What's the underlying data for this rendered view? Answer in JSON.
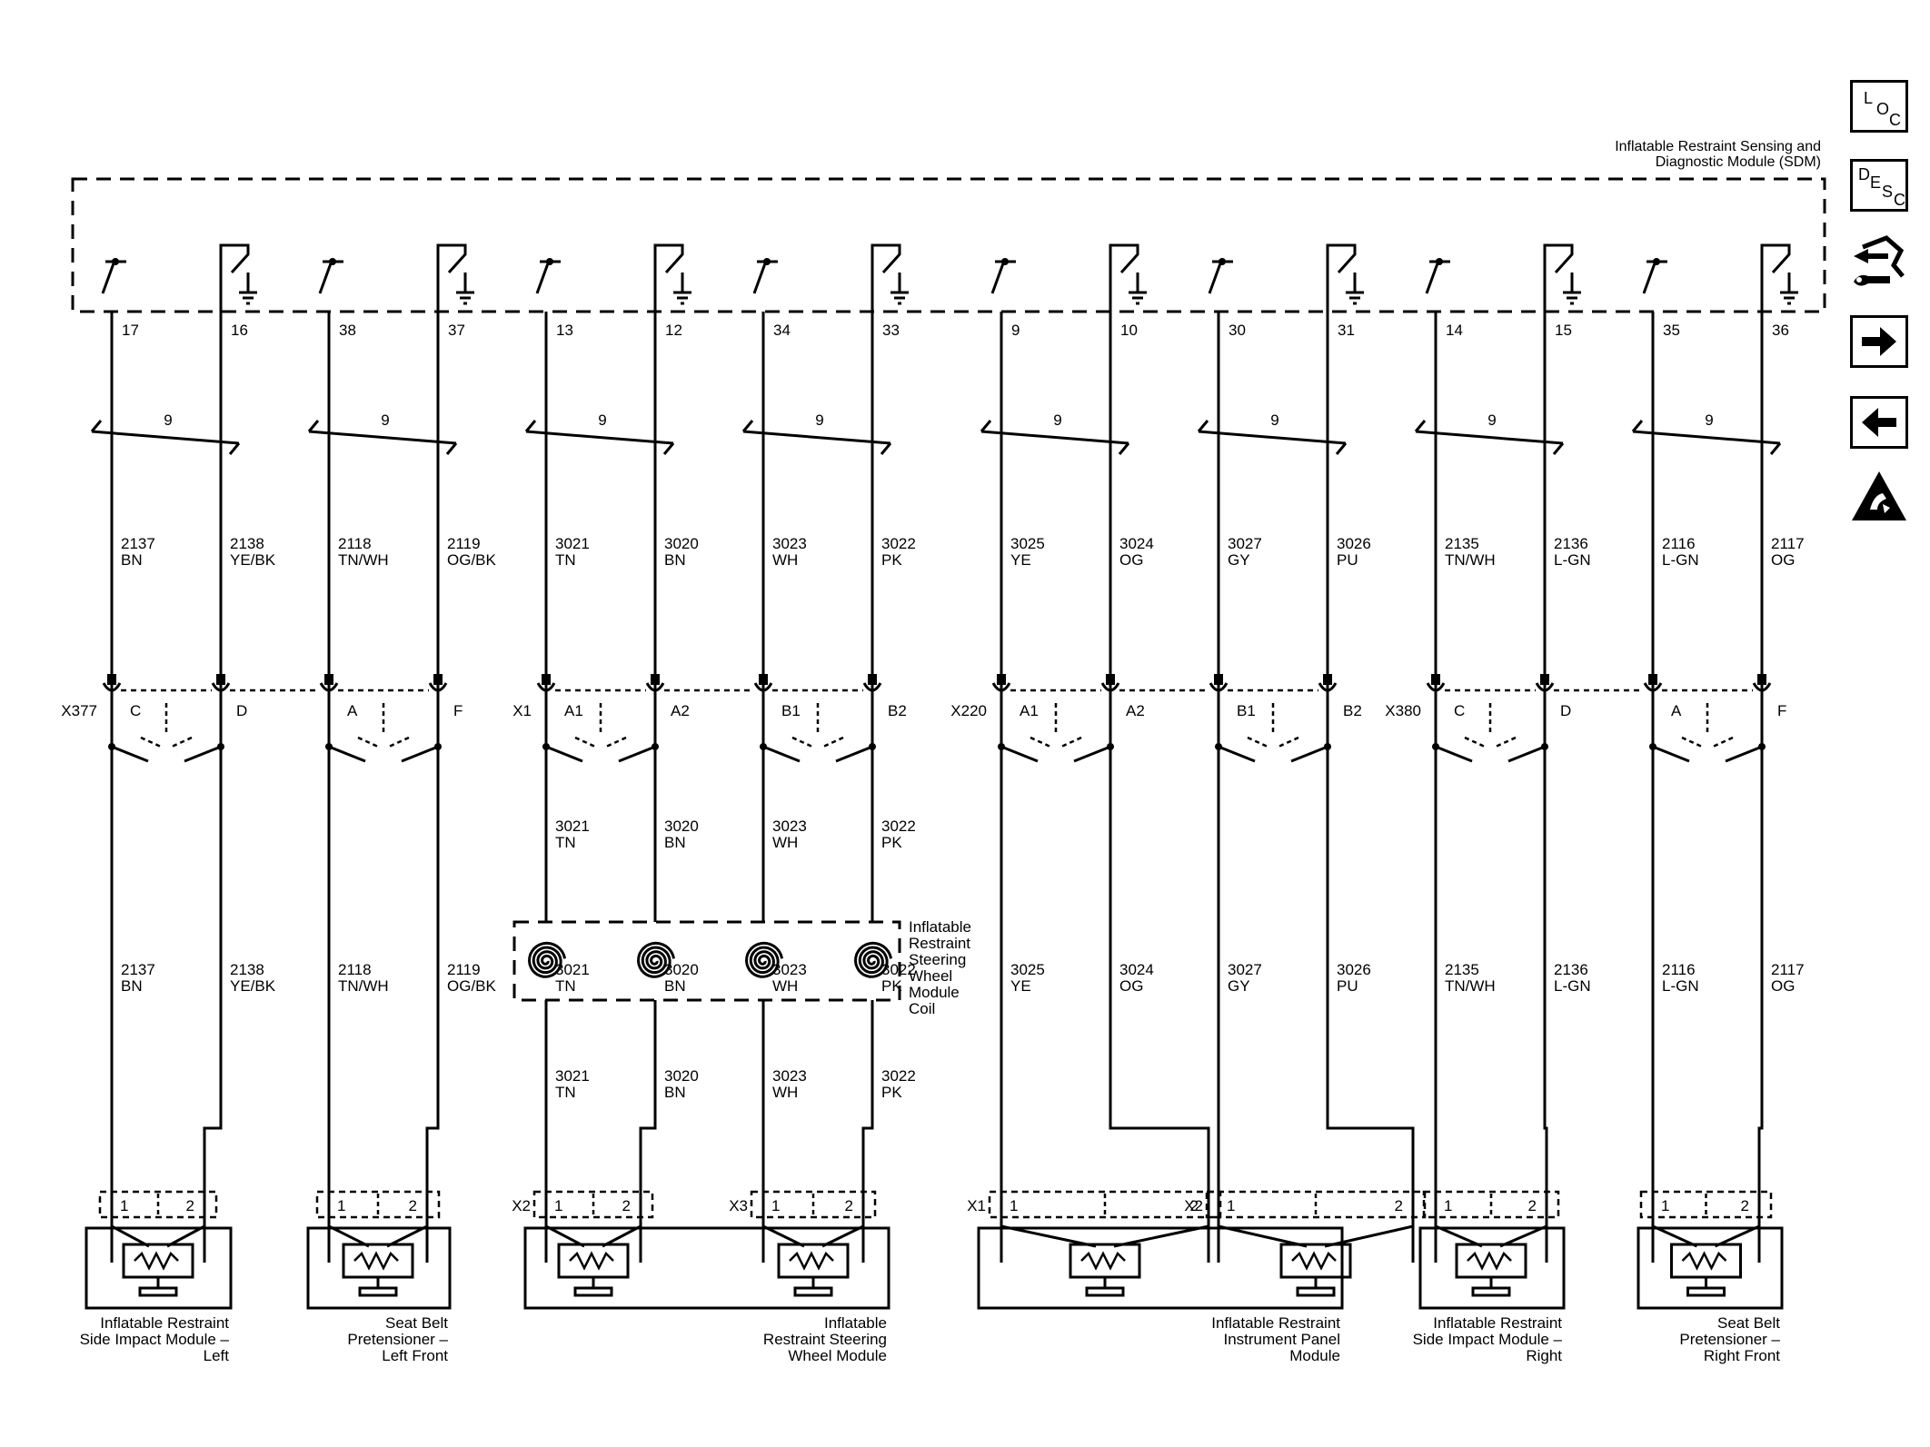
{
  "sdm": {
    "name_line1": "Inflatable Restraint Sensing and",
    "name_line2": "Diagnostic Module (SDM)"
  },
  "groups": [
    {
      "pins": [
        {
          "pin": "17",
          "circuit": "2137",
          "color": "BN"
        },
        {
          "pin": "16",
          "circuit": "2138",
          "color": "YE/BK"
        }
      ],
      "conn": "X377",
      "cav": [
        "C",
        "D"
      ]
    },
    {
      "pins": [
        {
          "pin": "38",
          "circuit": "2118",
          "color": "TN/WH"
        },
        {
          "pin": "37",
          "circuit": "2119",
          "color": "OG/BK"
        }
      ],
      "conn": "",
      "cav": [
        "A",
        "F"
      ]
    },
    {
      "pins": [
        {
          "pin": "13",
          "circuit": "3021",
          "color": "TN"
        },
        {
          "pin": "12",
          "circuit": "3020",
          "color": "BN"
        }
      ],
      "conn": "X1",
      "cav": [
        "A1",
        "A2"
      ]
    },
    {
      "pins": [
        {
          "pin": "34",
          "circuit": "3023",
          "color": "WH"
        },
        {
          "pin": "33",
          "circuit": "3022",
          "color": "PK"
        }
      ],
      "conn": "",
      "cav": [
        "B1",
        "B2"
      ]
    },
    {
      "pins": [
        {
          "pin": "9",
          "circuit": "3025",
          "color": "YE"
        },
        {
          "pin": "10",
          "circuit": "3024",
          "color": "OG"
        }
      ],
      "conn": "X220",
      "cav": [
        "A1",
        "A2"
      ]
    },
    {
      "pins": [
        {
          "pin": "30",
          "circuit": "3027",
          "color": "GY"
        },
        {
          "pin": "31",
          "circuit": "3026",
          "color": "PU"
        }
      ],
      "conn": "",
      "cav": [
        "B1",
        "B2"
      ]
    },
    {
      "pins": [
        {
          "pin": "14",
          "circuit": "2135",
          "color": "TN/WH"
        },
        {
          "pin": "15",
          "circuit": "2136",
          "color": "L-GN"
        }
      ],
      "conn": "X380",
      "cav": [
        "C",
        "D"
      ]
    },
    {
      "pins": [
        {
          "pin": "35",
          "circuit": "2116",
          "color": "L-GN"
        },
        {
          "pin": "36",
          "circuit": "2117",
          "color": "OG"
        }
      ],
      "conn": "",
      "cav": [
        "A",
        "F"
      ]
    }
  ],
  "twist_label": "9",
  "clockspring": {
    "label": [
      "Inflatable",
      "Restraint",
      "Steering",
      "Wheel",
      "Module",
      "Coil"
    ]
  },
  "bottom_connectors": [
    {
      "conn": "",
      "pins": [
        "1",
        "2"
      ]
    },
    {
      "conn": "",
      "pins": [
        "1",
        "2"
      ]
    },
    {
      "conn": "X2",
      "pins": [
        "1",
        "2"
      ]
    },
    {
      "conn": "X3",
      "pins": [
        "1",
        "2"
      ]
    },
    {
      "conn": "X1",
      "pins": [
        "1",
        "2"
      ]
    },
    {
      "conn": "X2",
      "pins": [
        "1",
        "2"
      ]
    },
    {
      "conn": "",
      "pins": [
        "1",
        "2"
      ]
    },
    {
      "conn": "",
      "pins": [
        "1",
        "2"
      ]
    }
  ],
  "modules": [
    {
      "label": [
        "Inflatable Restraint",
        "Side Impact Module –",
        "Left"
      ]
    },
    {
      "label": [
        "Seat Belt",
        "Pretensioner –",
        "Left Front"
      ]
    },
    {
      "label": [
        "Inflatable",
        "Restraint Steering",
        "Wheel Module"
      ]
    },
    {
      "label": [
        "Inflatable Restraint",
        "Instrument Panel",
        "Module"
      ]
    },
    {
      "label": [
        "Inflatable Restraint",
        "Side Impact Module –",
        "Right"
      ]
    },
    {
      "label": [
        "Seat Belt",
        "Pretensioner –",
        "Right Front"
      ]
    }
  ],
  "nav": {
    "loc": [
      "L",
      "O",
      "C"
    ],
    "desc": [
      "D",
      "E",
      "S",
      "C"
    ],
    "icons": [
      "connector-end-view-icon",
      "next-page-arrow-icon",
      "previous-page-arrow-icon",
      "esd-warning-icon"
    ]
  }
}
